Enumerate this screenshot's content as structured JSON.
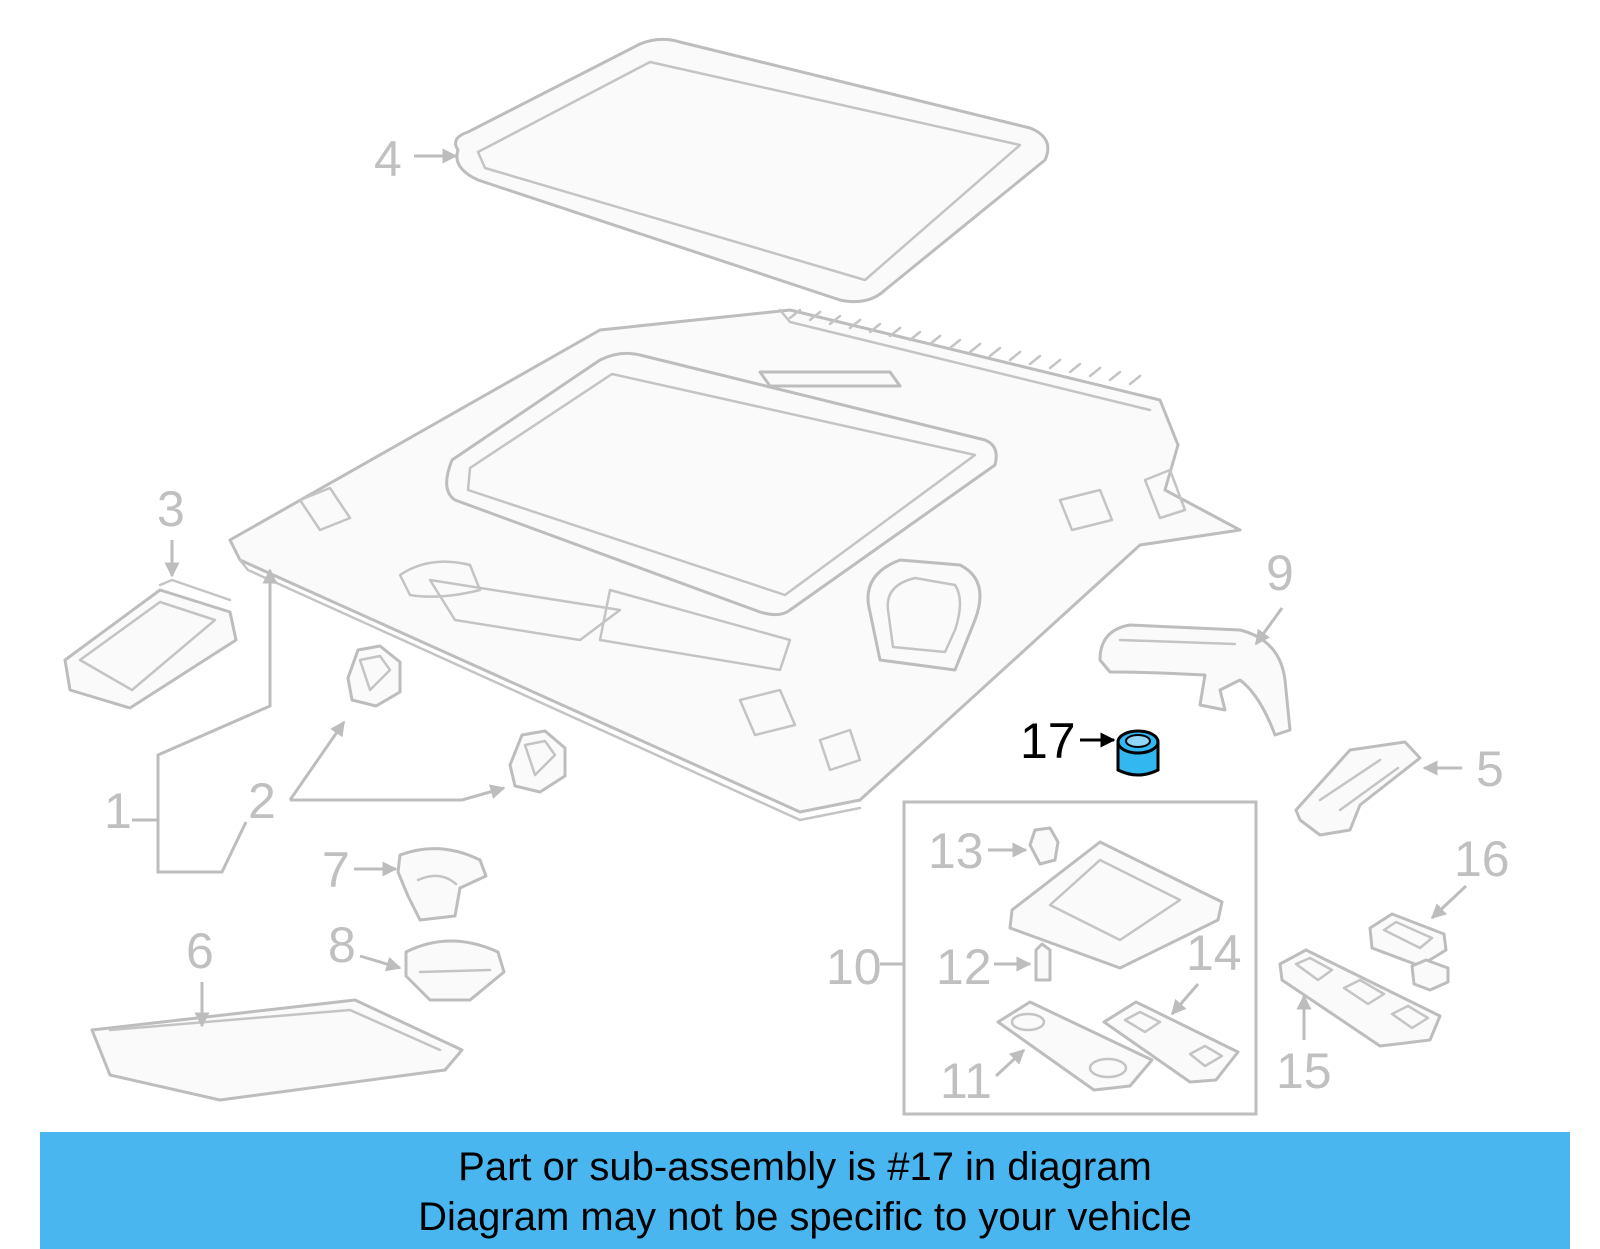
{
  "callouts": [
    "1",
    "2",
    "3",
    "4",
    "5",
    "6",
    "7",
    "8",
    "9",
    "10",
    "11",
    "12",
    "13",
    "14",
    "15",
    "16",
    "17"
  ],
  "highlighted_part": "17",
  "colors": {
    "banner": "#4ab6f0",
    "line_art": "#bdbdbd",
    "highlight_fill": "#33b7f0",
    "highlight_text": "#000000"
  },
  "banner": {
    "line1": "Part or sub-assembly is #17 in diagram",
    "line2": "Diagram may not be specific to your vehicle"
  }
}
